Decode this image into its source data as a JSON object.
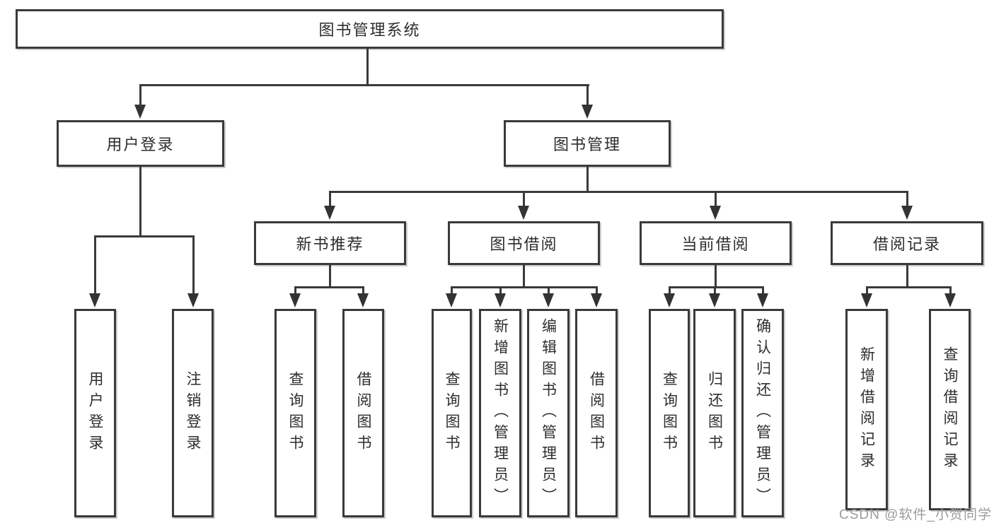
{
  "tree": {
    "root": "图书管理系统",
    "branches": [
      {
        "label": "用户登录",
        "children": [
          "用户登录",
          "注销登录"
        ]
      },
      {
        "label": "图书管理",
        "groups": [
          {
            "label": "新书推荐",
            "children": [
              "查询图书",
              "借阅图书"
            ]
          },
          {
            "label": "图书借阅",
            "children": [
              "查询图书",
              "新增图书（管理员）",
              "编辑图书（管理员）",
              "借阅图书"
            ]
          },
          {
            "label": "当前借阅",
            "children": [
              "查询图书",
              "归还图书",
              "确认归还（管理员）"
            ]
          },
          {
            "label": "借阅记录",
            "children": [
              "新增借阅记录",
              "查询借阅记录"
            ]
          }
        ]
      }
    ]
  },
  "watermark": {
    "text": "CSDN @软件_小贺同学"
  },
  "colors": {
    "line": "#3a3a3a",
    "text": "#2d2d2d",
    "watermark": "#9b9b9b",
    "background": "#ffffff"
  }
}
